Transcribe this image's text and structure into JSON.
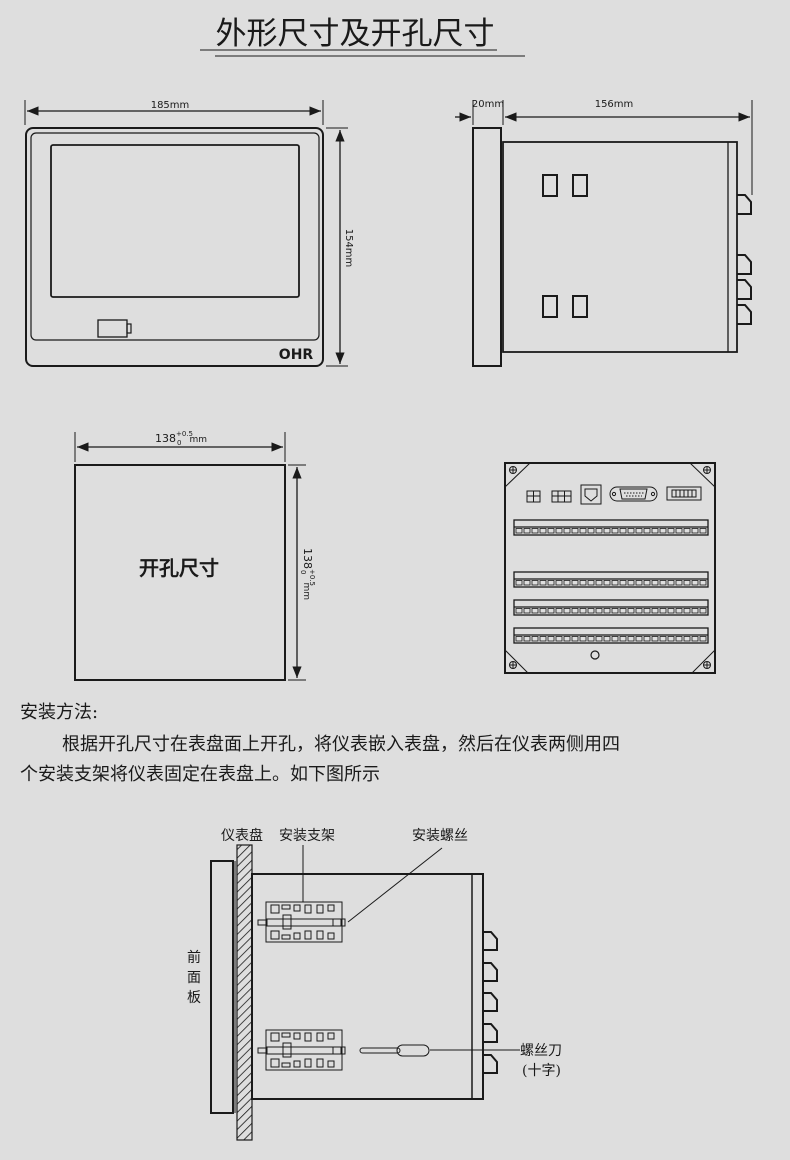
{
  "title": "外形尺寸及开孔尺寸",
  "front_view": {
    "width_label": "185mm",
    "height_label": "154mm",
    "brand": "OHR"
  },
  "side_view": {
    "bezel_label": "20mm",
    "depth_label": "156mm"
  },
  "cutout": {
    "width_main": "138",
    "tol_upper": "+0.5",
    "tol_lower": "0",
    "unit": "mm",
    "height_main": "138",
    "label": "开孔尺寸"
  },
  "install": {
    "heading": "安装方法:",
    "line1": "根据开孔尺寸在表盘面上开孔，将仪表嵌入表盘，然后在仪表两侧用四",
    "line2": "个安装支架将仪表固定在表盘上。如下图所示"
  },
  "mount_diagram": {
    "panel_label": "仪表盘",
    "bracket_label": "安装支架",
    "screw_label": "安装螺丝",
    "front_panel_label": [
      "前",
      "面",
      "板"
    ],
    "screwdriver_label": "螺丝刀",
    "screwdriver_type": "(十字)"
  }
}
